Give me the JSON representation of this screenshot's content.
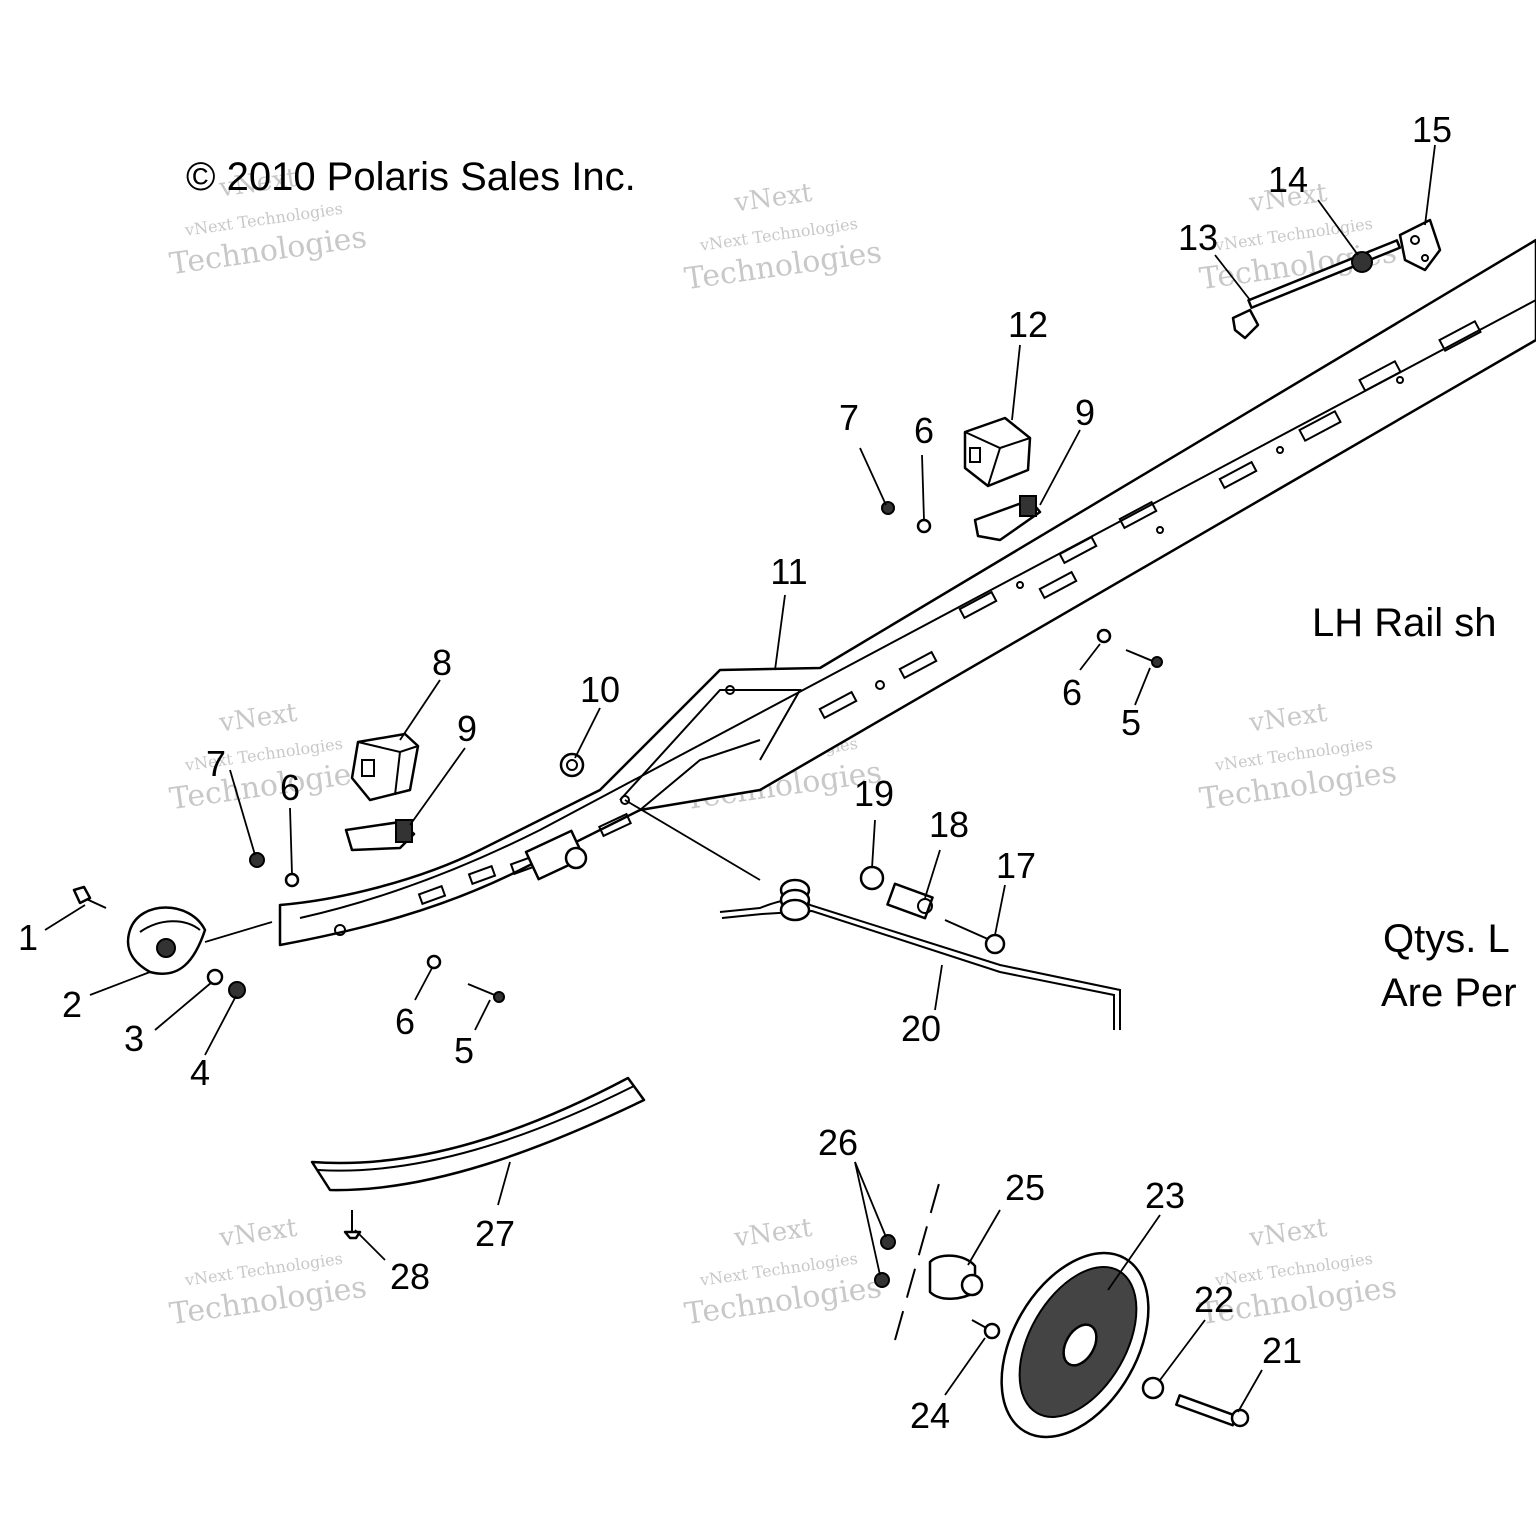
{
  "copyright": "© 2010 Polaris Sales Inc.",
  "notes": {
    "rail_side": "LH Rail sh",
    "qty_line1": "Qtys. L",
    "qty_line2": "Are Per"
  },
  "watermark": {
    "line1": "vNext",
    "line2": "vNext Technologies",
    "line3": "Technologies"
  },
  "callouts": {
    "c1": "1",
    "c2": "2",
    "c3": "3",
    "c4": "4",
    "c5a": "5",
    "c5b": "5",
    "c6a": "6",
    "c6b": "6",
    "c6c": "6",
    "c6d": "6",
    "c7a": "7",
    "c7b": "7",
    "c8": "8",
    "c9a": "9",
    "c9b": "9",
    "c10": "10",
    "c11": "11",
    "c12": "12",
    "c13": "13",
    "c14": "14",
    "c15": "15",
    "c17": "17",
    "c18": "18",
    "c19": "19",
    "c20": "20",
    "c21": "21",
    "c22": "22",
    "c23": "23",
    "c24": "24",
    "c25": "25",
    "c26": "26",
    "c27": "27",
    "c28": "28"
  }
}
